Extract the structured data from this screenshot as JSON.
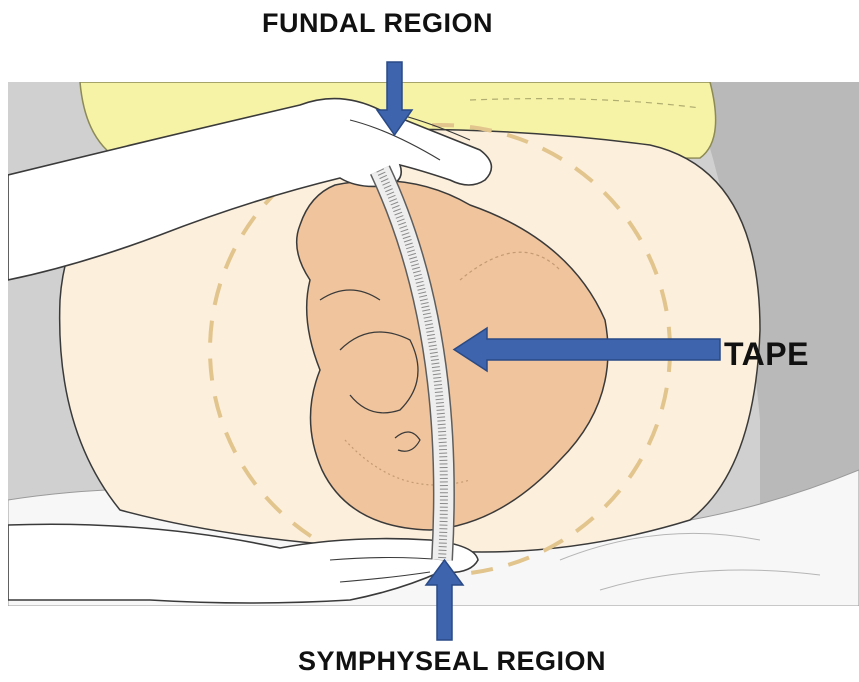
{
  "labels": {
    "fundal": "FUNDAL REGION",
    "tape": "TAPE",
    "symphyseal": "SYMPHYSEAL REGION"
  },
  "colors": {
    "arrow": "#3d64ad",
    "arrow_edge": "#2a4a86",
    "abdomen": "#fcefdc",
    "fetus": "#f0c49c",
    "skin_line": "#3a3a3a",
    "shirt": "#f6f2a6",
    "background_gray": "#c9c9c9",
    "tape": "#eeeeee",
    "uterus_outline": "#e2c48d"
  },
  "icons": [
    "down-arrow-icon",
    "left-arrow-icon",
    "up-arrow-icon"
  ]
}
